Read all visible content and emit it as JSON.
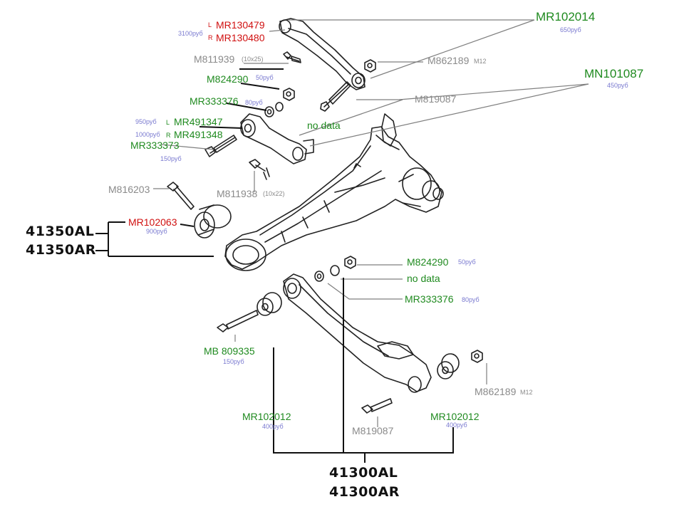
{
  "colors": {
    "green": "#1f8a1f",
    "red": "#d01010",
    "gray": "#8a8a8a",
    "price": "#7a7ad0",
    "black": "#111111"
  },
  "parts": {
    "mr102014": {
      "code": "MR102014",
      "price": "650руб"
    },
    "mr130479": {
      "side": "L",
      "code": "MR130479",
      "price": "3100руб"
    },
    "mr130480": {
      "side": "R",
      "code": "MR130480"
    },
    "m811939": {
      "code": "M811939",
      "spec": "(10x25)"
    },
    "m862189_top": {
      "code": "M862189",
      "spec": "M12"
    },
    "mn101087": {
      "code": "MN101087",
      "price": "450руб"
    },
    "m824290_top": {
      "code": "M824290",
      "price": "50руб"
    },
    "m819087_top": {
      "code": "M819087"
    },
    "mr333376_top": {
      "code": "MR333376",
      "price": "80руб"
    },
    "mr491347": {
      "side": "L",
      "code": "MR491347",
      "price": "950руб"
    },
    "mr491348": {
      "side": "R",
      "code": "MR491348",
      "price": "1000руб"
    },
    "no_data_top": {
      "text": "no data"
    },
    "mr333373": {
      "code": "MR333373",
      "price": "150руб"
    },
    "m816203": {
      "code": "M816203"
    },
    "m811938": {
      "code": "M811938",
      "spec": "(10x22)"
    },
    "mr102063": {
      "code": "MR102063",
      "price": "900руб"
    },
    "assembly_upper": {
      "left": "41350AL",
      "right": "41350AR"
    },
    "m824290_bottom": {
      "code": "M824290",
      "price": "50руб"
    },
    "no_data_bottom": {
      "text": "no data"
    },
    "mr333376_bottom": {
      "code": "MR333376",
      "price": "80руб"
    },
    "mb809335": {
      "code": "MB 809335",
      "price": "150руб"
    },
    "m862189_bottom": {
      "code": "M862189",
      "spec": "M12"
    },
    "mr102012_left": {
      "code": "MR102012",
      "price": "400руб"
    },
    "m819087_bottom": {
      "code": "M819087"
    },
    "mr102012_right": {
      "code": "MR102012",
      "price": "400руб"
    },
    "assembly_lower": {
      "left": "41300AL",
      "right": "41300AR"
    }
  }
}
